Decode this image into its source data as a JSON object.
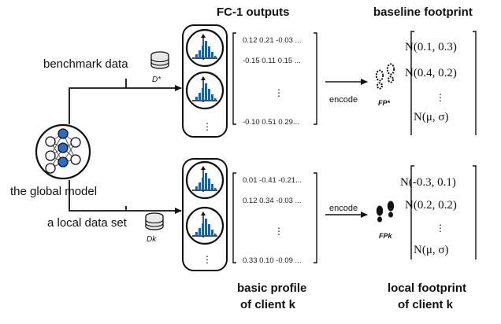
{
  "header": {
    "fc1_title": "FC-1 outputs",
    "baseline_title": "baseline footprint"
  },
  "left": {
    "benchmark_label": "benchmark data",
    "global_model_label": "the global model",
    "local_data_label": "a local data set",
    "benchmark_symbol": "D*",
    "local_symbol": "Dk"
  },
  "top_block": {
    "rows": [
      "0.12 0.21 -0.03 ...",
      "-0.15 0.11 0.15 ...",
      "-0.10 0.51 0.29..."
    ],
    "encode_label": "encode",
    "footprint_symbol": "FP*",
    "normals": [
      "N(0.1, 0.3)",
      "N(0.4, 0.2)",
      "N(μ, σ)"
    ]
  },
  "bottom_block": {
    "rows": [
      "0.01 -0.41 -0.21...",
      "0.12 0.34 -0.03 ...",
      "0.33 0.10 -0.09 ..."
    ],
    "encode_label": "encode",
    "footprint_symbol": "FPk",
    "normals": [
      "N(-0.3, 0.1)",
      "N(0.2, 0.2)",
      "N(μ, σ)"
    ]
  },
  "footer": {
    "profile_line1": "basic profile",
    "profile_line2": "of client k",
    "footprint_line1": "local footprint",
    "footprint_line2": "of client k"
  },
  "colors": {
    "hist_blue": "#1f5fb3",
    "node_blue": "#2b6cc4",
    "ink": "#111111"
  }
}
